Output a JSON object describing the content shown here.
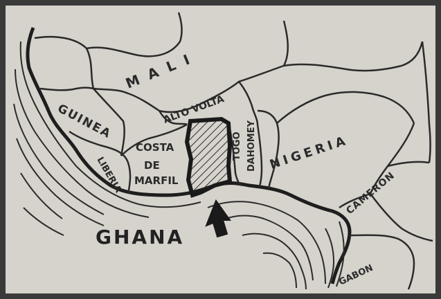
{
  "map": {
    "highlight_label": "GHANA",
    "countries": {
      "mali": "MALI",
      "guinea": "GUINEA",
      "liberia": "LIBERIA",
      "costa_de_marfil": [
        "COSTA",
        "DE",
        "MARFIL"
      ],
      "alto_volta": "ALTO VOLTA",
      "togo": "TOGO",
      "dahomey": "DAHOMEY",
      "nigeria": "NIGERIA",
      "cameron": "CAMERON",
      "gabon": "GABON"
    },
    "colors": {
      "paper": "#d6d3cc",
      "ink": "#2a2a2a",
      "frame": "#3a3a3a"
    }
  }
}
